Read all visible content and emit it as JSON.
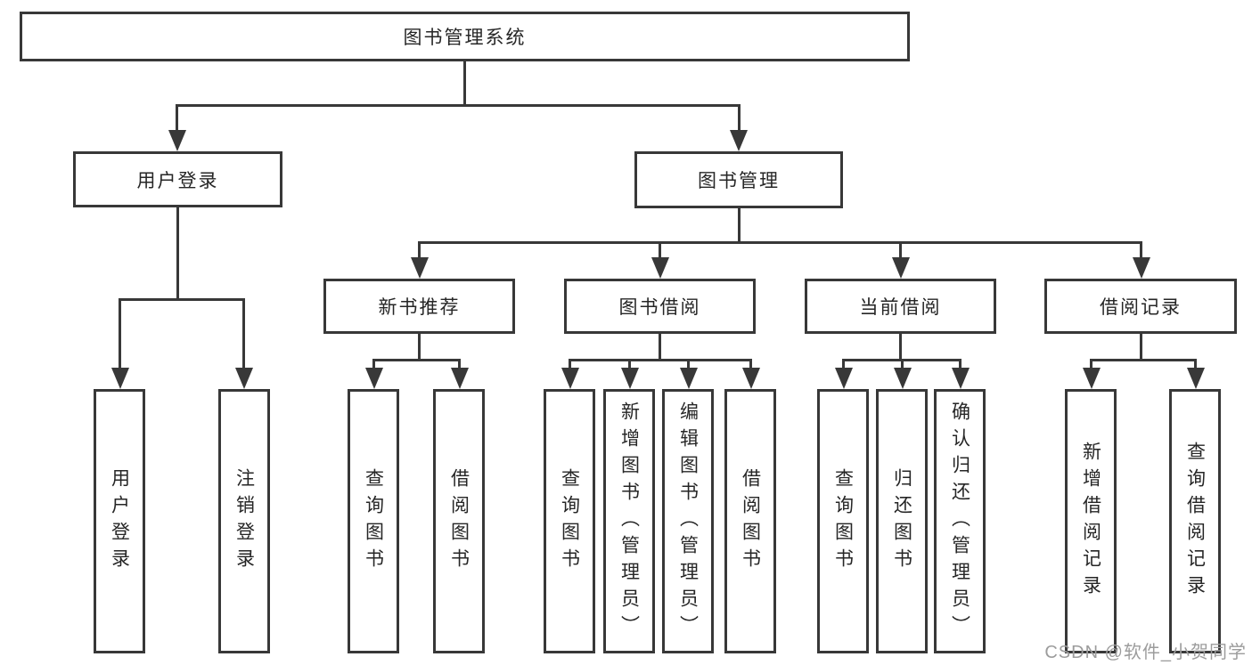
{
  "title": "图书管理系统",
  "colors": {
    "line": "#383838",
    "box_border": "#383838",
    "text": "#262626",
    "background": "#ffffff",
    "watermark": "#9c9c9c"
  },
  "nodes": {
    "root": {
      "label": "图书管理系统"
    },
    "level2": [
      {
        "label": "用户登录"
      },
      {
        "label": "图书管理"
      }
    ],
    "level3": [
      {
        "label": "新书推荐"
      },
      {
        "label": "图书借阅"
      },
      {
        "label": "当前借阅"
      },
      {
        "label": "借阅记录"
      }
    ],
    "leaves": [
      {
        "label": "用户登录"
      },
      {
        "label": "注销登录"
      },
      {
        "label": "查询图书"
      },
      {
        "label": "借阅图书"
      },
      {
        "label": "查询图书"
      },
      {
        "label": "新增图书（管理员）"
      },
      {
        "label": "编辑图书（管理员）"
      },
      {
        "label": "借阅图书"
      },
      {
        "label": "查询图书"
      },
      {
        "label": "归还图书"
      },
      {
        "label": "确认归还（管理员）"
      },
      {
        "label": "新增借阅记录"
      },
      {
        "label": "查询借阅记录"
      }
    ]
  },
  "watermark": {
    "text": "CSDN @软件_小贺同学"
  }
}
